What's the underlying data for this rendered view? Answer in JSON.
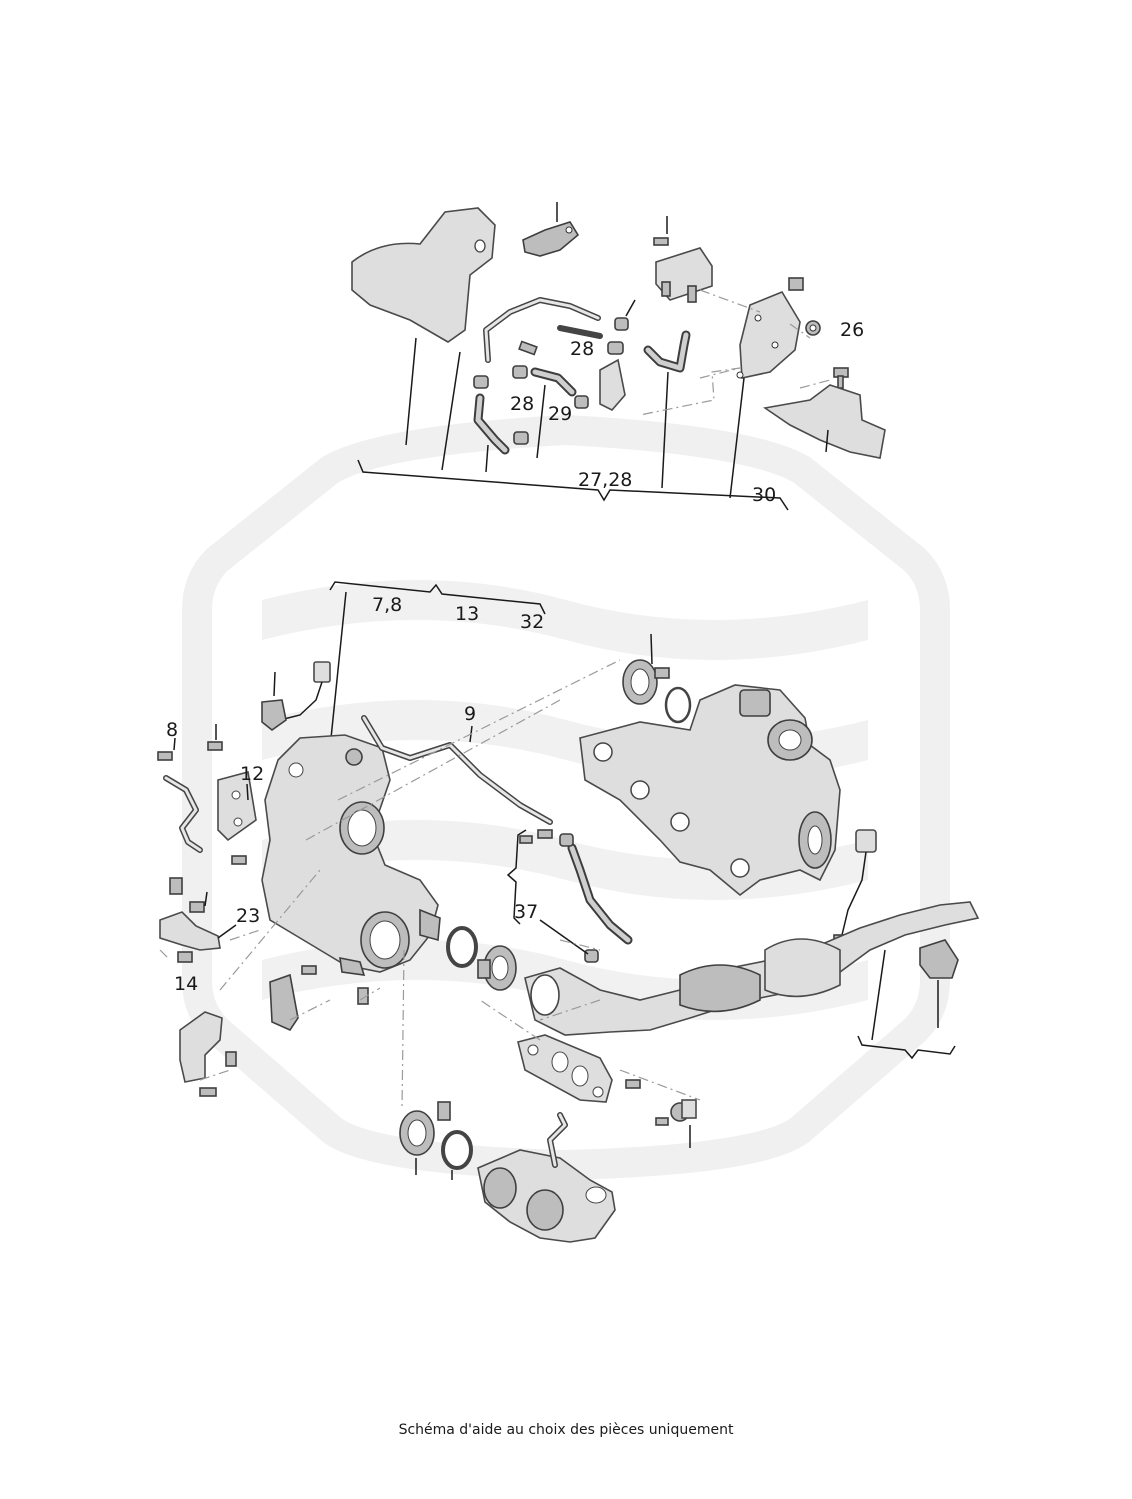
{
  "callouts": {
    "c26": "26",
    "c28a": "28",
    "c28b": "28",
    "c29": "29",
    "c2728": "27,28",
    "c30": "30",
    "c78": "7,8",
    "c13": "13",
    "c32": "32",
    "c9": "9",
    "c8": "8",
    "c12": "12",
    "c23": "23",
    "c14": "14",
    "c37": "37"
  },
  "caption": "Schéma d'aide au choix des pièces uniquement",
  "colors": {
    "parts_fill": "#dedede",
    "outline": "#4a4a4a",
    "watermark": "#f0f0f0"
  }
}
